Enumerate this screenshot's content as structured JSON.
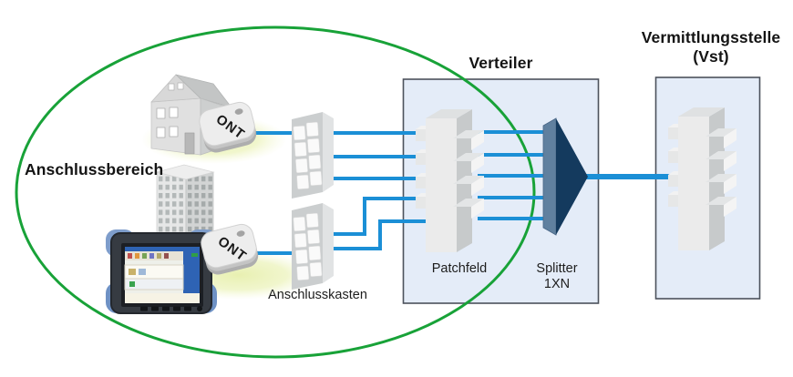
{
  "labels": {
    "anschlussbereich": "Anschlussbereich",
    "anschlusskasten": "Anschlusskasten",
    "verteiler": "Verteiler",
    "patchfeld": "Patchfeld",
    "splitter_line1": "Splitter",
    "splitter_line2": "1XN",
    "vermittlungsstelle_line1": "Vermittlungsstelle",
    "vermittlungsstelle_line2": "(Vst)",
    "ont_top": "ONT",
    "ont_bottom": "ONT"
  },
  "colors": {
    "fiber_line": "#1b8fd6",
    "area_outline": "#18a238",
    "zone_fill": "#e4ecf8",
    "zone_border": "#4c525c",
    "splitter_body": "#143a5e",
    "splitter_face": "#60809f",
    "device_gray": "#d9d9d9",
    "glow": "#e9f2b6"
  },
  "fiber_lines": {
    "ont_to_junction_box": 2,
    "junction_box_to_patch_panel": 5,
    "patch_panel_to_splitter": 5,
    "splitter_to_exchange": 1
  }
}
